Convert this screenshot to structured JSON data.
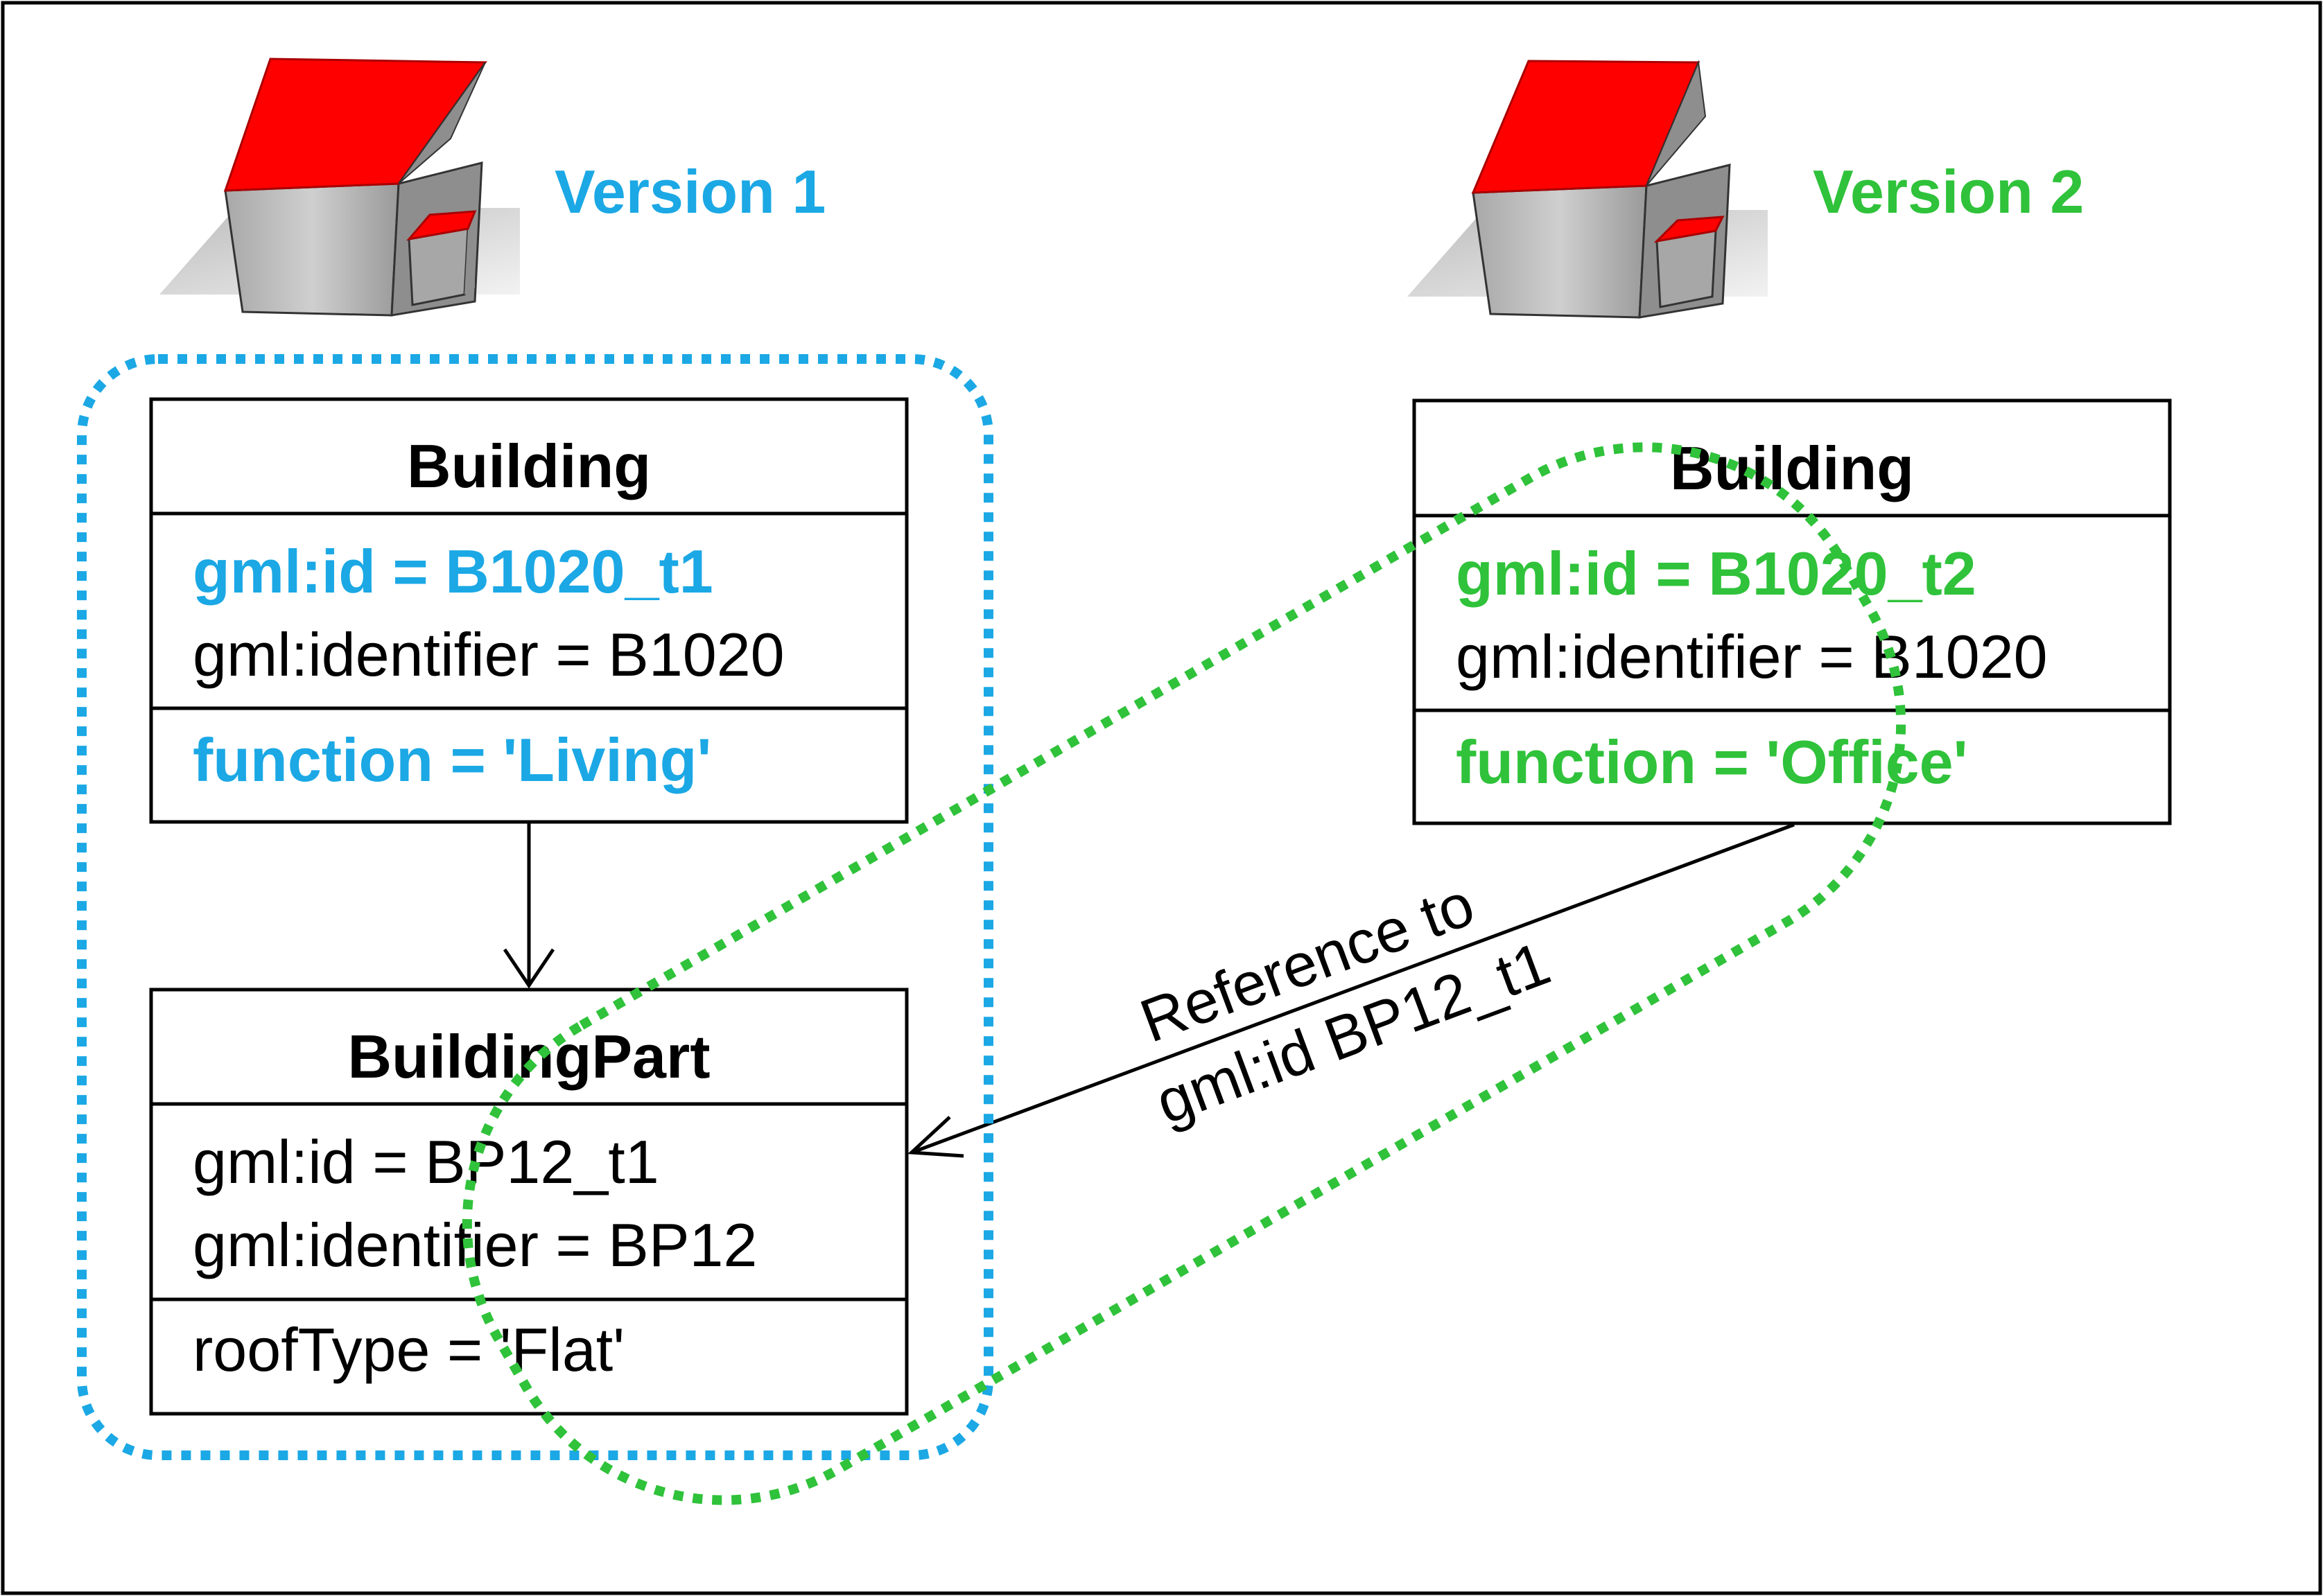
{
  "colors": {
    "version1": "#1ba8e5",
    "version2": "#2fc23a",
    "roof": "#ff0000",
    "wall": "#bfbfbf"
  },
  "version1": {
    "label": "Version 1",
    "building": {
      "title": "Building",
      "gml_id": "gml:id = B1020_t1",
      "gml_identifier": "gml:identifier = B1020",
      "function": "function = 'Living'"
    }
  },
  "version2": {
    "label": "Version 2",
    "building": {
      "title": "Building",
      "gml_id": "gml:id = B1020_t2",
      "gml_identifier": "gml:identifier = B1020",
      "function": "function = 'Office'"
    }
  },
  "building_part": {
    "title": "BuildingPart",
    "gml_id": "gml:id = BP12_t1",
    "gml_identifier": "gml:identifier = BP12",
    "roof_type": "roofType = 'Flat'"
  },
  "reference": {
    "line1": "Reference to",
    "line2": "gml:id BP12_t1"
  },
  "icons": [
    "house-icon",
    "house-icon"
  ]
}
